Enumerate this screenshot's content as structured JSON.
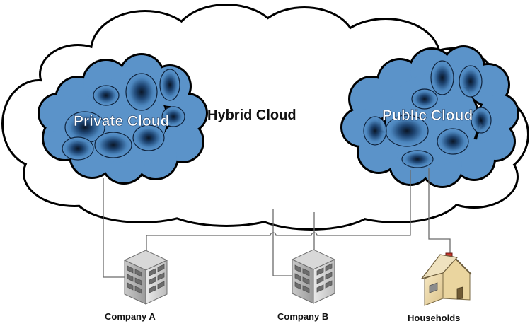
{
  "hybrid_cloud": {
    "label": "Hybrid Cloud",
    "fill_color": "#ffffff",
    "outline_color": "#000000"
  },
  "private_cloud": {
    "label": "Private Cloud",
    "fill_color": "#5b93c9",
    "shade_color": "#0b1e36"
  },
  "public_cloud": {
    "label": "Public Cloud",
    "fill_color": "#5b93c9",
    "shade_color": "#0b1e36"
  },
  "nodes": [
    {
      "id": "company-a",
      "label": "Company A",
      "icon": "office-building-icon"
    },
    {
      "id": "company-b",
      "label": "Company B",
      "icon": "office-building-icon"
    },
    {
      "id": "households",
      "label": "Households",
      "icon": "house-icon"
    }
  ],
  "connector_color": "#6b6b6b"
}
